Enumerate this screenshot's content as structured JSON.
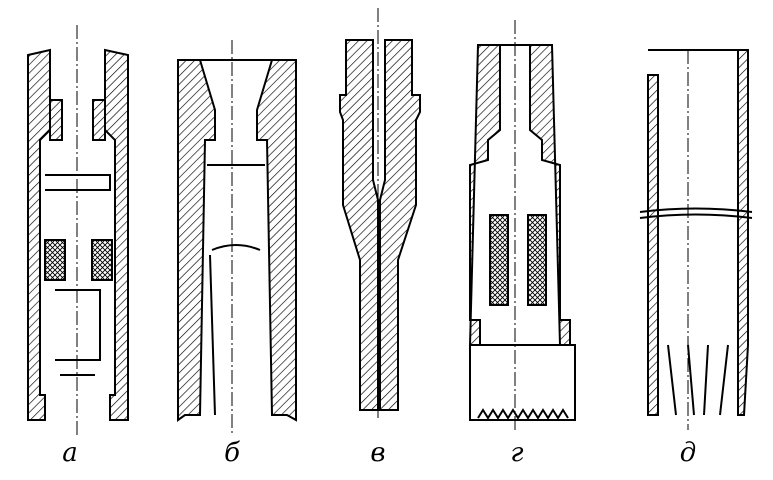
{
  "figure": {
    "labels": [
      "а",
      "б",
      "в",
      "г",
      "д"
    ],
    "ink_color": "#000000",
    "background": "#ffffff"
  }
}
